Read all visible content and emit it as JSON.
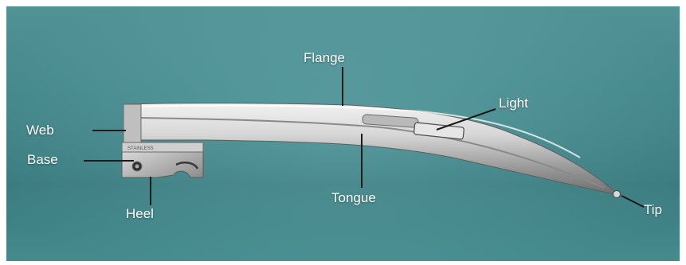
{
  "diagram": {
    "background_color": "#4a9498",
    "blade_color": "#c4c4c4",
    "line_color": "#1a1a1a",
    "label_color": "#ffffff",
    "handle_engraving": "STAINLESS",
    "labels": {
      "flange": "Flange",
      "light": "Light",
      "web": "Web",
      "base": "Base",
      "tongue": "Tongue",
      "heel": "Heel",
      "tip": "Tip"
    }
  }
}
